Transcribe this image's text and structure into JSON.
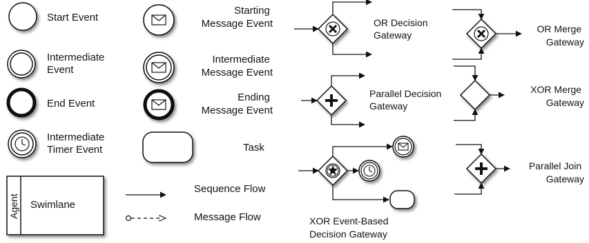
{
  "legend": {
    "start_event": "Start Event",
    "intermediate_event": [
      "Intermediate",
      "Event"
    ],
    "end_event": "End Event",
    "intermediate_timer_event": [
      "Intermediate",
      "Timer Event"
    ],
    "swimlane_label": "Swimlane",
    "swimlane_role": "Agent",
    "starting_message_event": [
      "Starting",
      "Message Event"
    ],
    "intermediate_message_event": [
      "Intermediate",
      "Message Event"
    ],
    "ending_message_event": [
      "Ending",
      "Message Event"
    ],
    "task": "Task",
    "sequence_flow": "Sequence Flow",
    "message_flow": "Message Flow"
  },
  "gateways": {
    "or_decision": [
      "OR Decision",
      "Gateway"
    ],
    "or_merge": [
      "OR Merge",
      "Gateway"
    ],
    "parallel_decision": [
      "Parallel Decision",
      "Gateway"
    ],
    "xor_merge": [
      "XOR Merge",
      "Gateway"
    ],
    "parallel_join": [
      "Parallel Join",
      "Gateway"
    ],
    "xor_event_based": [
      "XOR Event-Based",
      "Decision Gateway"
    ]
  },
  "colors": {
    "stroke": "#111111",
    "fill": "#ffffff",
    "shadow": "#9a9a9a"
  },
  "icons": {
    "message": "envelope-icon",
    "timer": "clock-icon",
    "or_gateway_marker": "x-marker-icon",
    "parallel_gateway_marker": "plus-marker-icon",
    "event_based_marker": "pentagon-star-icon"
  }
}
